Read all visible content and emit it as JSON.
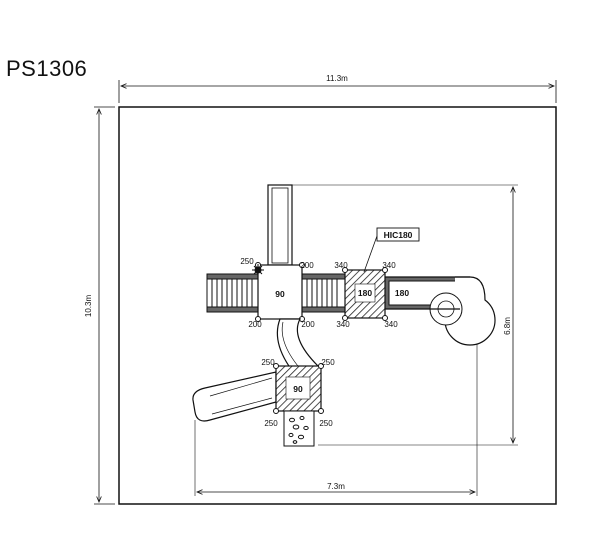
{
  "model": "PS1306",
  "dimensions": {
    "overall_width": "11.3m",
    "overall_height": "10.3m",
    "equipment_width": "7.3m",
    "equipment_height": "6.8m"
  },
  "components": {
    "upper_deck": "90",
    "upper_heights": [
      "250",
      "200",
      "200",
      "200"
    ],
    "hic_deck": "180",
    "hic_heights": [
      "340",
      "340",
      "340",
      "340"
    ],
    "hic_label": "HIC180",
    "slide_label": "180",
    "lower_deck": "90",
    "lower_heights": [
      "250",
      "250",
      "250",
      "250"
    ]
  }
}
